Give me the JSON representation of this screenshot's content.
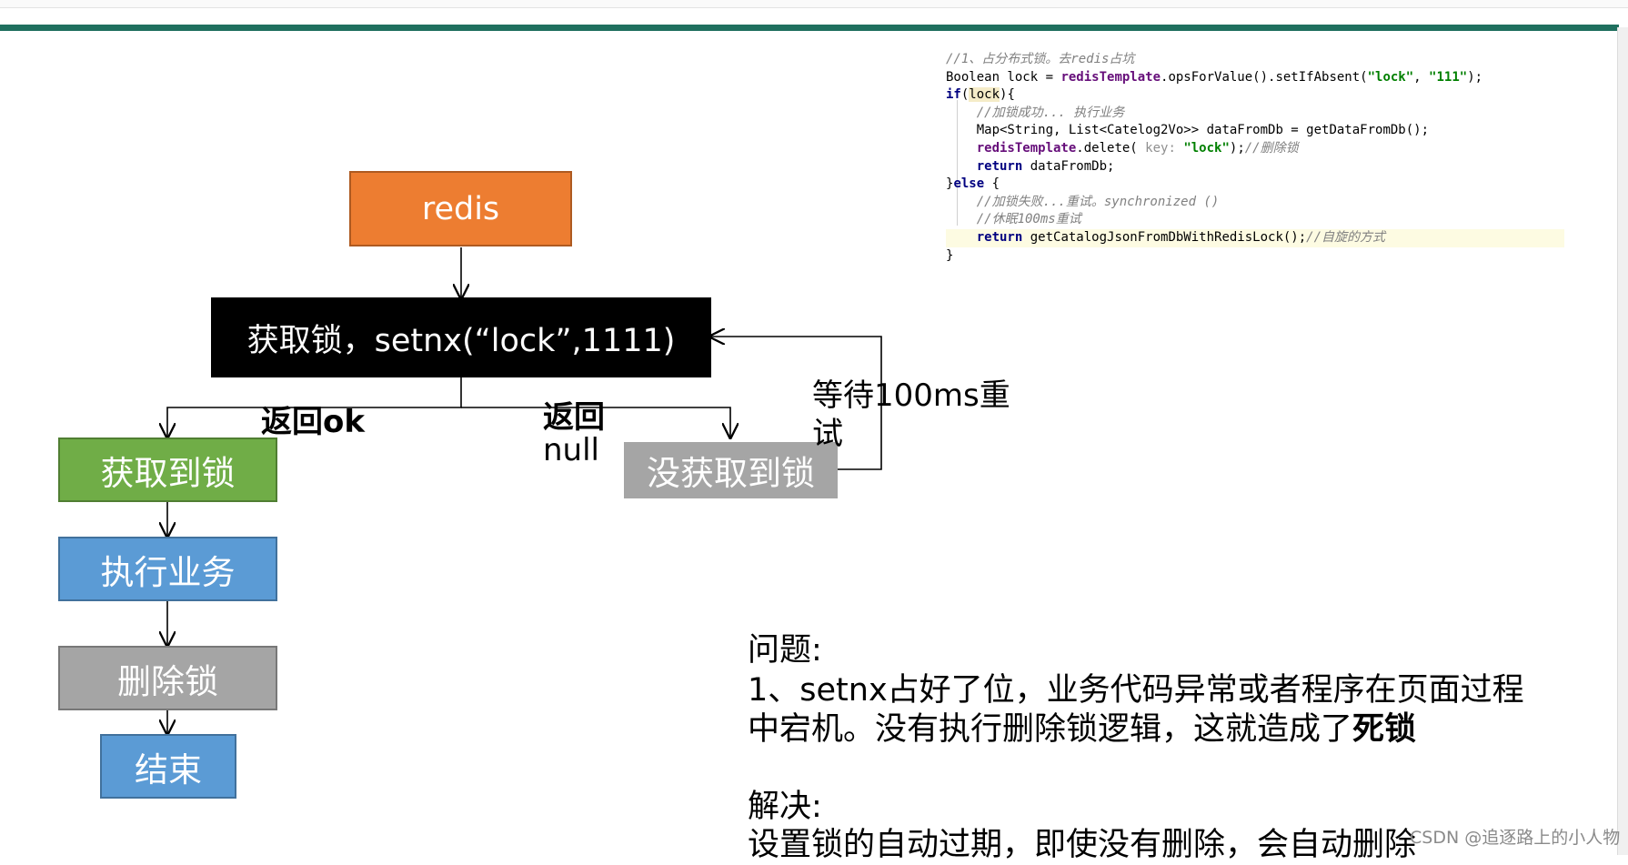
{
  "diagram": {
    "nodes": {
      "redis": "redis",
      "setnx": "获取锁，setnx(“lock”,1111)",
      "got_lock": "获取到锁",
      "no_lock": "没获取到锁",
      "exec": "执行业务",
      "delete": "删除锁",
      "end": "结束"
    },
    "edge_labels": {
      "ok": "返回ok",
      "null_line1": "返回",
      "null_line2": "null",
      "retry_line1": "等待100ms重",
      "retry_line2": "试"
    },
    "colors": {
      "redis": "#ed7d31",
      "setnx": "#000000",
      "got_lock": "#70ad47",
      "no_lock": "#a5a5a5",
      "exec": "#5b9bd5",
      "delete": "#a5a5a5",
      "end": "#5b9bd5"
    }
  },
  "code": {
    "l1": "//1、占分布式锁。去redis占坑",
    "l2_a": "Boolean lock = ",
    "l2_b": "redisTemplate",
    "l2_c": ".opsForValue().setIfAbsent(",
    "l2_d": "\"lock\"",
    "l2_e": ", ",
    "l2_f": "\"111\"",
    "l2_g": ");",
    "l3_a": "if",
    "l3_b": "(",
    "l3_c": "lock",
    "l3_d": "){",
    "l4": "//加锁成功... 执行业务",
    "l5": "Map<String, List<Catelog2Vo>> dataFromDb = getDataFromDb();",
    "l6_a": "redisTemplate",
    "l6_b": ".delete( ",
    "l6_c": "key: ",
    "l6_d": "\"lock\"",
    "l6_e": ");",
    "l6_f": "//删除锁",
    "l7_a": "return",
    "l7_b": " dataFromDb;",
    "l8_a": "}",
    "l8_b": "else",
    "l8_c": " {",
    "l9": "//加锁失败...重试。synchronized ()",
    "l10": "//休眠100ms重试",
    "l11_a": "return",
    "l11_b": " getCatalogJsonFromDbWithRedisLock();",
    "l11_c": "//自旋的方式",
    "l12": "}"
  },
  "notes": {
    "problem_title": "问题:",
    "problem_line1": "1、setnx占好了位，业务代码异常或者程序在页面过程",
    "problem_line2_a": "中宕机。没有执行删除锁逻辑，这就造成了",
    "problem_line2_b": "死锁",
    "solution_title": "解决:",
    "solution_line1": "设置锁的自动过期，即使没有删除，会自动删除"
  },
  "watermark": "CSDN @追逐路上的小人物"
}
